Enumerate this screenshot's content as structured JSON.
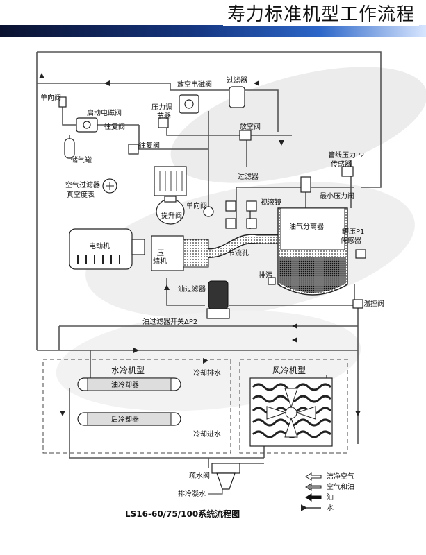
{
  "header": {
    "title": "寿力标准机型工作流程"
  },
  "labels": {
    "check_valve_top": "单向阀",
    "vent_solenoid": "放空电磁阀",
    "filter_top": "过滤器",
    "start_solenoid": "启动电磁阀",
    "pressure_reg_1": "压力调",
    "pressure_reg_2": "节器",
    "shuttle_1": "往复阀",
    "shuttle_2": "往复阀",
    "vent_valve": "放空阀",
    "storage_tank": "储气罐",
    "line_pressure_1": "管线压力P2",
    "line_pressure_2": "传感器",
    "air_filter_1": "空气过滤器",
    "air_filter_2": "真空度表",
    "filter_mid": "过滤器",
    "min_pressure": "最小压力阀",
    "sight_glass": "视液镜",
    "check_valve_mid": "单向阀",
    "lift_valve": "提升阀",
    "oil_separator": "油气分离器",
    "motor": "电动机",
    "compressor_1": "压",
    "compressor_2": "缩机",
    "orifice": "节流孔",
    "tank_pressure_1": "罐压P1",
    "tank_pressure_2": "传感器",
    "drain": "排污",
    "oil_filter": "油过滤器",
    "thermal_valve": "温控阀",
    "oil_filter_switch": "油过滤器开关ΔP2",
    "water_cooled": "水冷机型",
    "air_cooled": "风冷机型",
    "oil_cooler": "油冷却器",
    "after_cooler": "后冷却器",
    "cooling_water_out": "冷却排水",
    "cooling_water_in": "冷却进水",
    "drain_valve": "疏水阀",
    "condensate": "排冷凝水"
  },
  "legend": [
    {
      "label": "洁净空气",
      "arrow": "open-arrow-icon"
    },
    {
      "label": "空气和油",
      "arrow": "half-arrow-icon"
    },
    {
      "label": "油",
      "arrow": "solid-arrow-icon"
    },
    {
      "label": "水",
      "arrow": "line-arrow-icon"
    }
  ],
  "caption": "LS16-60/75/100系统流程图"
}
